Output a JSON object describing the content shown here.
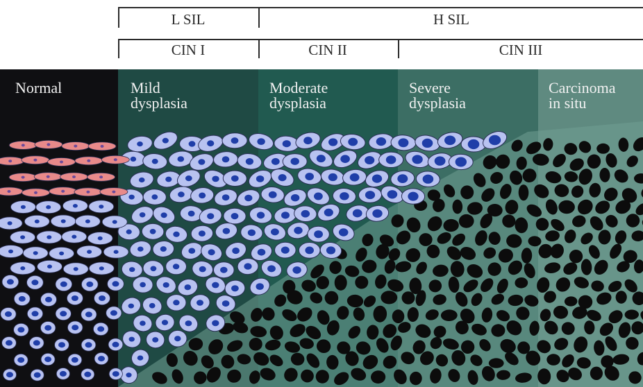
{
  "header": {
    "sil_row": [
      {
        "label": "L SIL"
      },
      {
        "label": "H SIL"
      }
    ],
    "cin_row": [
      {
        "label": "CIN I"
      },
      {
        "label": "CIN II"
      },
      {
        "label": "CIN III"
      }
    ]
  },
  "stages": [
    {
      "label": "Normal",
      "color": "#0f0f12"
    },
    {
      "label": "Mild\ndysplasia",
      "color": "#1f4a44"
    },
    {
      "label": "Moderate\ndysplasia",
      "color": "#215a50"
    },
    {
      "label": "Severe\ndysplasia",
      "color": "#3c6e64"
    },
    {
      "label": "Carcinoma\nin situ",
      "color": "#5f8a80"
    }
  ],
  "colors": {
    "normal_superficial_cell": "#e88a8a",
    "normal_nucleus": "#6a4a9a",
    "dysplastic_cell": "#b8c2f0",
    "dysplastic_nucleus": "#1f3ea8",
    "malignant_cell": "#0c0c0c",
    "stroma": "#6f9e92"
  }
}
